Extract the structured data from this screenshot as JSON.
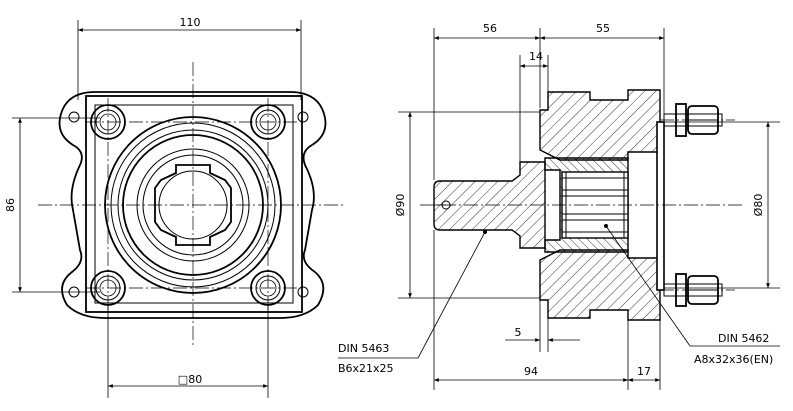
{
  "front_view": {
    "dimensions": {
      "width_top": "110",
      "height_left": "86",
      "square_bottom": "□80"
    }
  },
  "side_view": {
    "dimensions": {
      "top_left": "56",
      "top_right": "55",
      "flange": "14",
      "diameter_left": "Ø90",
      "diameter_right": "Ø80",
      "small_offset": "5",
      "bottom_length": "94",
      "bottom_right": "17"
    },
    "callouts": {
      "shaft_standard": "DIN 5463",
      "shaft_spec": "B6x21x25",
      "hub_standard": "DIN 5462",
      "hub_spec": "A8x32x36(EN)"
    }
  }
}
